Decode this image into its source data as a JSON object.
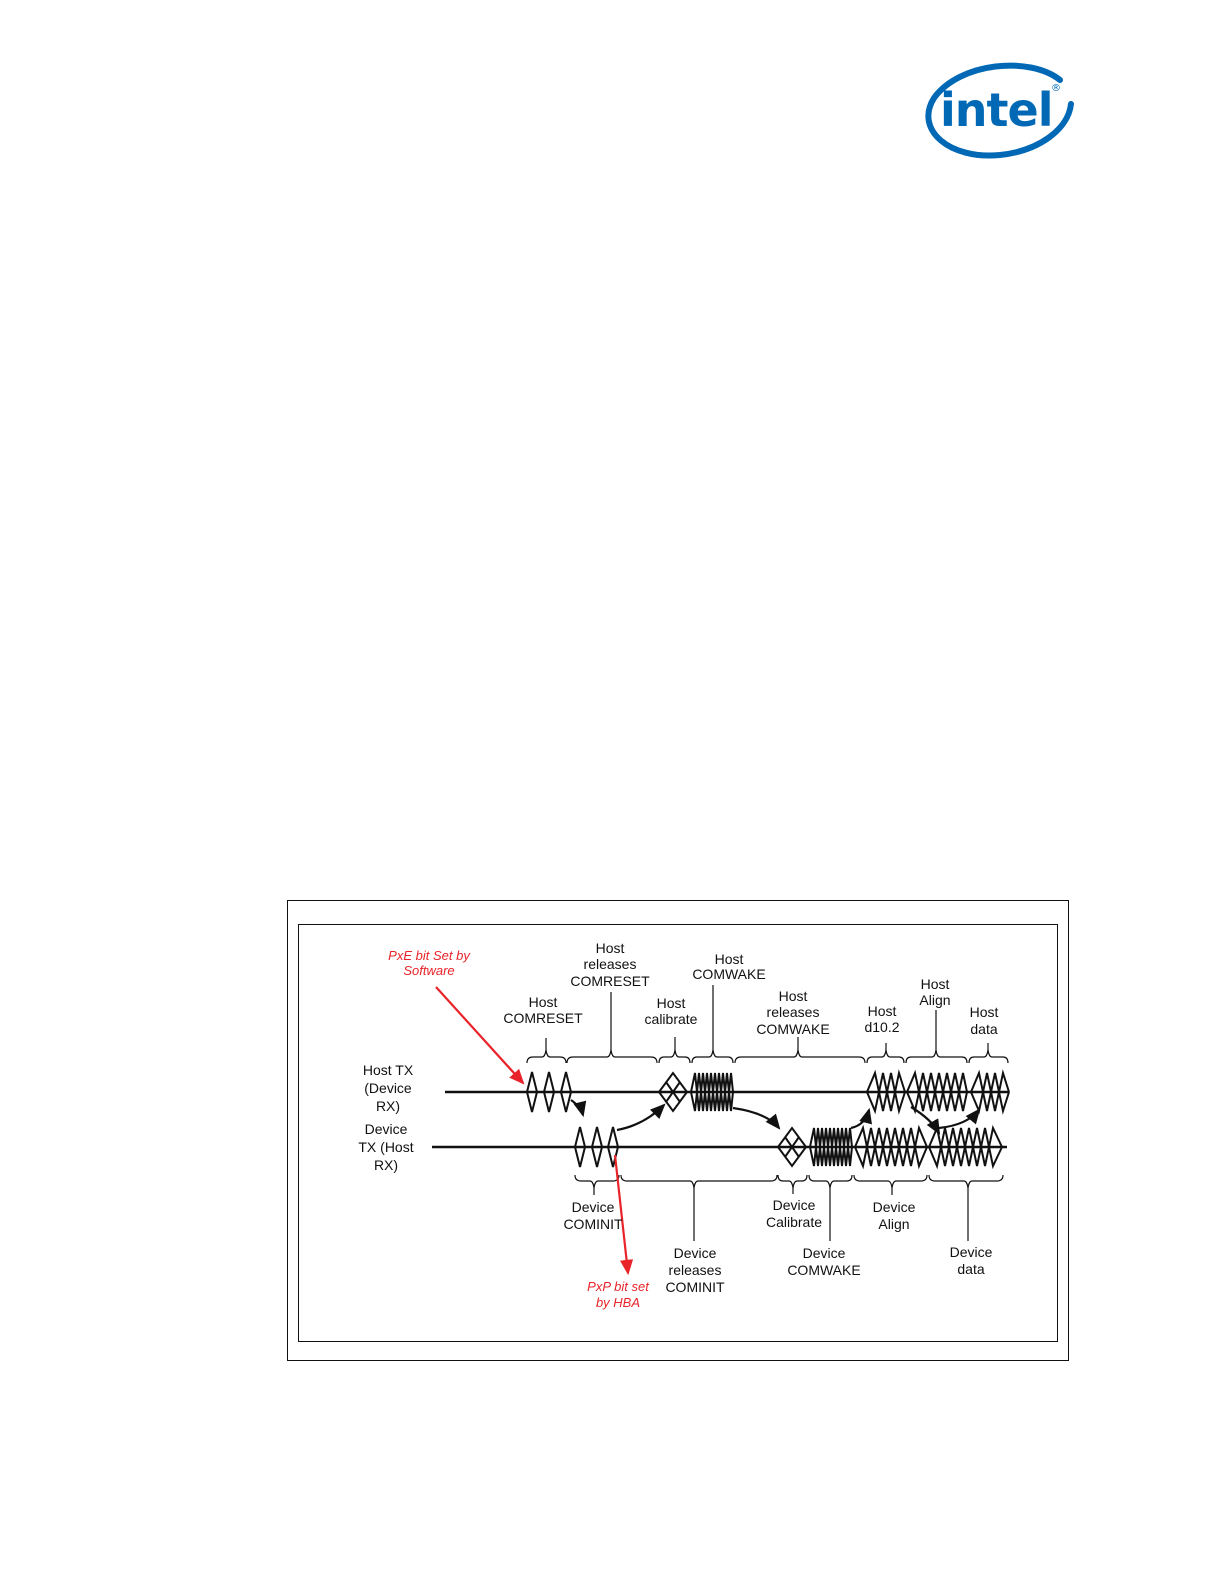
{
  "logo": {
    "text": "intel",
    "color": "#0068b5",
    "icon": "intel-logo"
  },
  "colors": {
    "annotation": "#e8232a",
    "ink": "#111111"
  },
  "diagram": {
    "row_labels": {
      "host_tx": [
        "Host TX",
        "(Device",
        "RX)"
      ],
      "device_tx": [
        "Device",
        "TX (Host",
        "RX)"
      ]
    },
    "annotations": {
      "pxe": [
        "PxE bit Set by",
        "Software"
      ],
      "pxp": [
        "PxP bit set",
        "by HBA"
      ]
    },
    "host_labels": {
      "comreset": [
        "Host",
        "COMRESET"
      ],
      "releases_comreset": [
        "Host",
        "releases",
        "COMRESET"
      ],
      "calibrate": [
        "Host",
        "calibrate"
      ],
      "comwake": [
        "Host",
        "COMWAKE"
      ],
      "releases_comwake": [
        "Host",
        "releases",
        "COMWAKE"
      ],
      "d10": [
        "Host",
        "d10.2"
      ],
      "align": [
        "Host",
        "Align"
      ],
      "data": [
        "Host",
        "data"
      ]
    },
    "device_labels": {
      "cominit": [
        "Device",
        "COMINIT"
      ],
      "releases_cominit": [
        "Device",
        "releases",
        "COMINIT"
      ],
      "calibrate": [
        "Device",
        "Calibrate"
      ],
      "comwake": [
        "Device",
        "COMWAKE"
      ],
      "align": [
        "Device",
        "Align"
      ],
      "data": [
        "Device",
        "data"
      ]
    }
  }
}
